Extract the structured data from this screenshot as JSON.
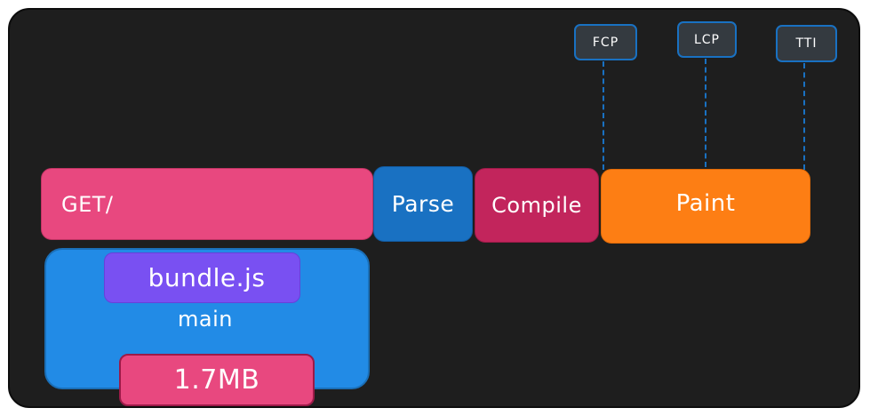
{
  "timeline": {
    "request_label": "GET/",
    "parse_label": "Parse",
    "compile_label": "Compile",
    "paint_label": "Paint"
  },
  "resource": {
    "thread_label": "main",
    "file_label": "bundle.js",
    "size_label": "1.7MB"
  },
  "markers": {
    "fcp": "FCP",
    "lcp": "LCP",
    "tti": "TTI"
  },
  "colors": {
    "background": "#1e1e1e",
    "request": "#e8487f",
    "parse": "#1971c2",
    "compile": "#c2255c",
    "paint": "#fd7e14",
    "thread": "#228be6",
    "file": "#7950f2",
    "marker_fill": "#343a40",
    "marker_stroke": "#1971c2"
  }
}
